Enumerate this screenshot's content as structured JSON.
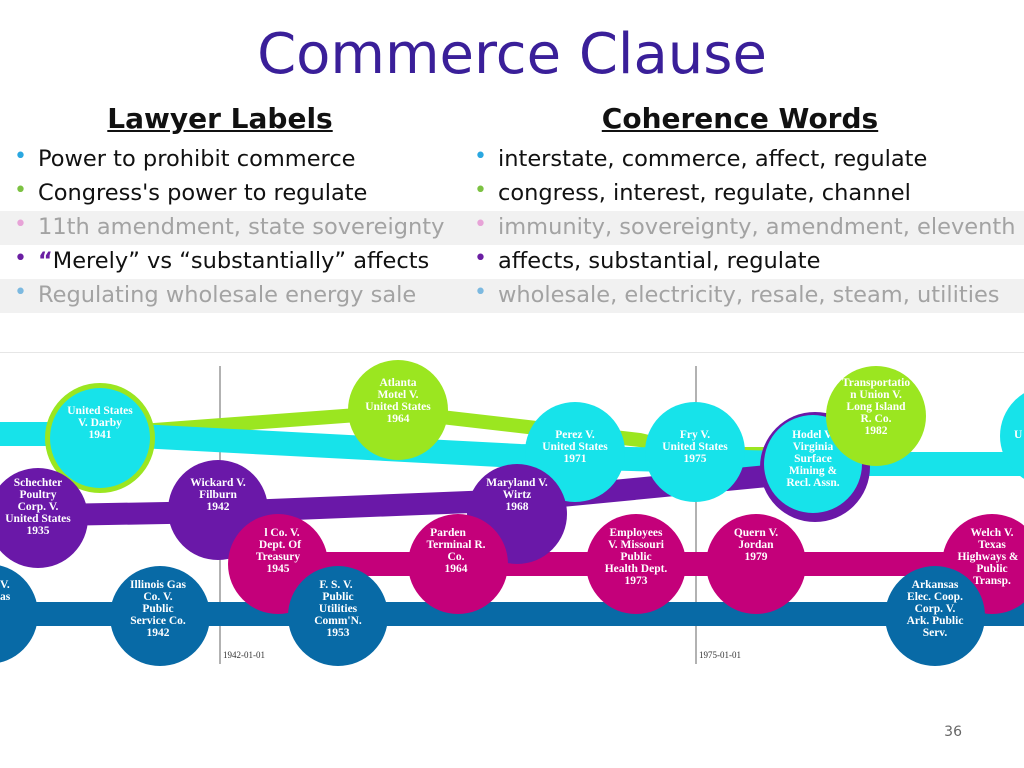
{
  "title": "Commerce Clause",
  "columns": {
    "left": "Lawyer Labels",
    "right": "Coherence Words"
  },
  "rows": [
    {
      "left": "Power to prohibit commerce",
      "right": "interstate, commerce, affect, regulate",
      "bullet_color": "#2aa7e0",
      "muted": false
    },
    {
      "left": "Congress's power to regulate",
      "right": "congress, interest, regulate, channel",
      "bullet_color": "#7cc242",
      "muted": false
    },
    {
      "left": "11th amendment, state sovereignty",
      "right": "immunity, sovereignty, amendment, eleventh",
      "bullet_color": "#e7a3d7",
      "muted": true
    },
    {
      "left_prefix": "“",
      "left": "Merely” vs “substantially” affects",
      "right": "affects, substantial, regulate",
      "bullet_color": "#6b1fa3",
      "muted": false
    },
    {
      "left": "Regulating wholesale energy sale",
      "right": "wholesale, electricity, resale, steam, utilities",
      "bullet_color": "#7cb9e0",
      "muted": true
    }
  ],
  "timeline": {
    "axis_labels": [
      "1942-01-01",
      "1975-01-01"
    ],
    "colors": {
      "cyan": "#17e3ea",
      "lime": "#9be620",
      "purple": "#6a18a8",
      "magenta": "#c4007a",
      "blue": "#086aa6"
    },
    "nodes": [
      {
        "lines": [
          "United States",
          "V. Darby",
          "1941"
        ],
        "color": "#17e3ea"
      },
      {
        "lines": [
          "Atlanta",
          "Motel V.",
          "United States",
          "1964"
        ],
        "color": "#9be620"
      },
      {
        "lines": [
          "Perez V.",
          "United States",
          "1971"
        ],
        "color": "#17e3ea"
      },
      {
        "lines": [
          "Fry V.",
          "United States",
          "1975"
        ],
        "color": "#17e3ea"
      },
      {
        "lines": [
          "Hodel V.",
          "Virginia",
          "Surface",
          "Mining &",
          "Recl. Assn."
        ],
        "color": "#17e3ea"
      },
      {
        "lines": [
          "Transportatio",
          "n Union V.",
          "Long Island",
          "R. Co.",
          "1982"
        ],
        "color": "#9be620"
      },
      {
        "lines": [
          "U"
        ],
        "color": "#17e3ea"
      },
      {
        "lines": [
          "Schechter",
          "Poultry",
          "Corp. V.",
          "United States",
          "1935"
        ],
        "color": "#6a18a8"
      },
      {
        "lines": [
          "Wickard V.",
          "Filburn",
          "1942"
        ],
        "color": "#6a18a8"
      },
      {
        "lines": [
          "Maryland V.",
          "Wirtz",
          "1968"
        ],
        "color": "#6a18a8"
      },
      {
        "lines": [
          "l Co. V.",
          "Dept. Of",
          "Treasury",
          "1945"
        ],
        "color": "#c4007a"
      },
      {
        "lines": [
          "Parden",
          "Terminal R.",
          "Co.",
          "1964"
        ],
        "color": "#c4007a"
      },
      {
        "lines": [
          "Employees",
          "V. Missouri",
          "Public",
          "Health Dept.",
          "1973"
        ],
        "color": "#c4007a"
      },
      {
        "lines": [
          "Quern V.",
          "Jordan",
          "1979"
        ],
        "color": "#c4007a"
      },
      {
        "lines": [
          "Welch V.",
          "Texas",
          "Highways &",
          "Public",
          "Transp."
        ],
        "color": "#c4007a"
      },
      {
        "lines": [
          "V.",
          "as"
        ],
        "color": "#086aa6"
      },
      {
        "lines": [
          "Illinois Gas",
          "Co. V.",
          "Public",
          "Service Co.",
          "1942"
        ],
        "color": "#086aa6"
      },
      {
        "lines": [
          "F. S. V.",
          "Public",
          "Utilities",
          "Comm'N.",
          "1953"
        ],
        "color": "#086aa6"
      },
      {
        "lines": [
          "Arkansas",
          "Elec. Coop.",
          "Corp. V.",
          "Ark. Public",
          "Serv."
        ],
        "color": "#086aa6"
      }
    ]
  },
  "page_number": "36"
}
